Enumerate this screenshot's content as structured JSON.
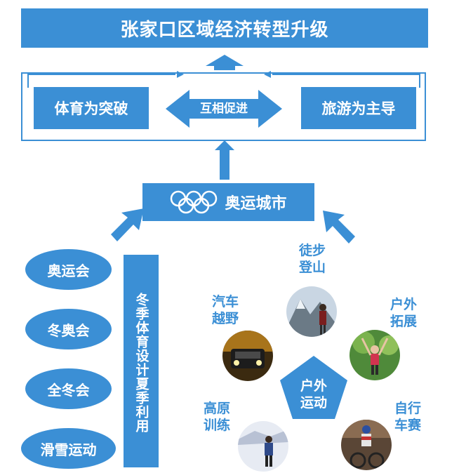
{
  "title": "张家口区域经济转型升级",
  "left_box": "体育为突破",
  "right_box": "旅游为主导",
  "mutual": "互相促进",
  "olympic_city": "奥运城市",
  "ovals": [
    "奥运会",
    "冬奥会",
    "全冬会",
    "滑雪运动"
  ],
  "vertical_text": "冬季体育设计夏季利用",
  "center": [
    "户外",
    "运动"
  ],
  "activities": [
    {
      "l1": "徒步",
      "l2": "登山"
    },
    {
      "l1": "户外",
      "l2": "拓展"
    },
    {
      "l1": "汽车",
      "l2": "越野"
    },
    {
      "l1": "自行",
      "l2": "车赛"
    },
    {
      "l1": "高原",
      "l2": "训练"
    }
  ],
  "colors": {
    "primary": "#3b8fd5",
    "olympic_rings": "#ffffff"
  }
}
